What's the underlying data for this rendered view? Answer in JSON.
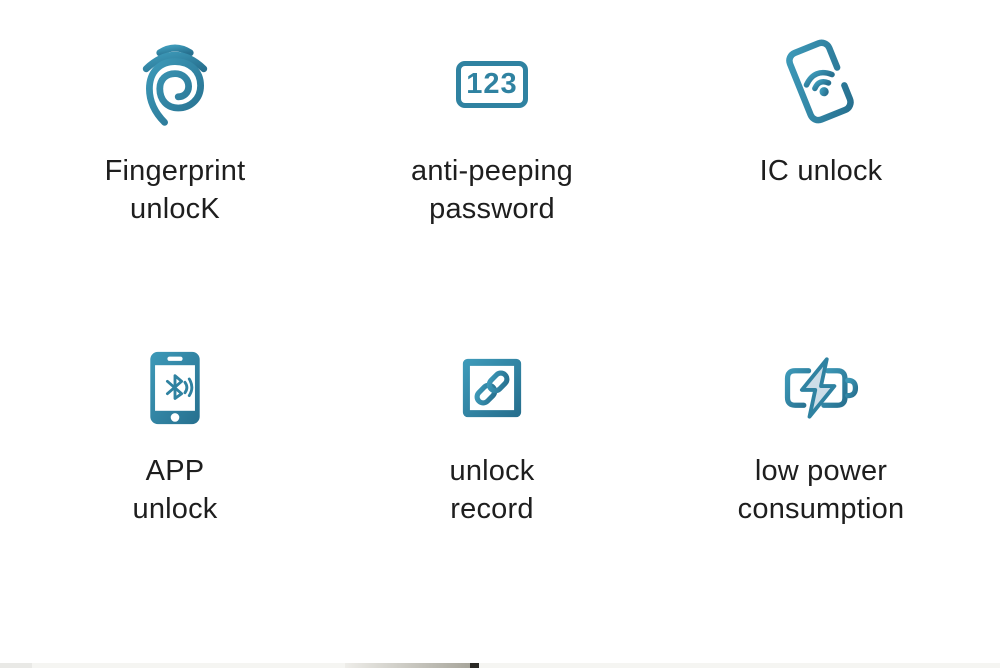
{
  "page": {
    "background": "#ffffff",
    "description_colors": {
      "icon_teal": "#2f82a1",
      "icon_teal_light": "#43a0bf",
      "icon_teal_dark": "#256d8c",
      "bolt_fill": "#ccdde8",
      "text": "#1e1e1e",
      "photo_edge_notch": "#2b2a26"
    }
  },
  "features": [
    {
      "id": "fingerprint-unlock",
      "icon": "fingerprint-icon",
      "lines": [
        "Fingerprint",
        "unlocK"
      ]
    },
    {
      "id": "anti-peeping-password",
      "icon": "keypad-123-icon",
      "icon_text": "123",
      "lines": [
        "anti-peeping",
        "password"
      ]
    },
    {
      "id": "ic-unlock",
      "icon": "ic-card-wifi-icon",
      "lines": [
        "IC unlock"
      ]
    },
    {
      "id": "app-unlock",
      "icon": "phone-bluetooth-icon",
      "lines": [
        "APP",
        "unlock"
      ]
    },
    {
      "id": "unlock-record",
      "icon": "chain-link-icon",
      "lines": [
        "unlock",
        "record"
      ]
    },
    {
      "id": "low-power-consumption",
      "icon": "battery-lightning-icon",
      "lines": [
        "low power",
        "consumption"
      ]
    }
  ]
}
